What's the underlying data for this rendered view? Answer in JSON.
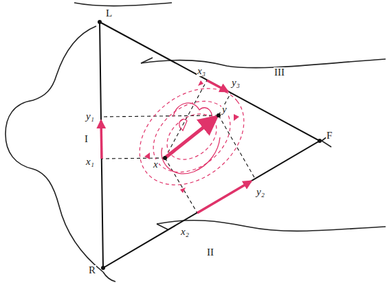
{
  "diagram": {
    "labels": [
      "L",
      "F",
      "R",
      "I",
      "II",
      "III",
      "x₁",
      "y₁",
      "x₂",
      "y₂",
      "x₃",
      "y₃",
      "x",
      "y"
    ]
  }
}
